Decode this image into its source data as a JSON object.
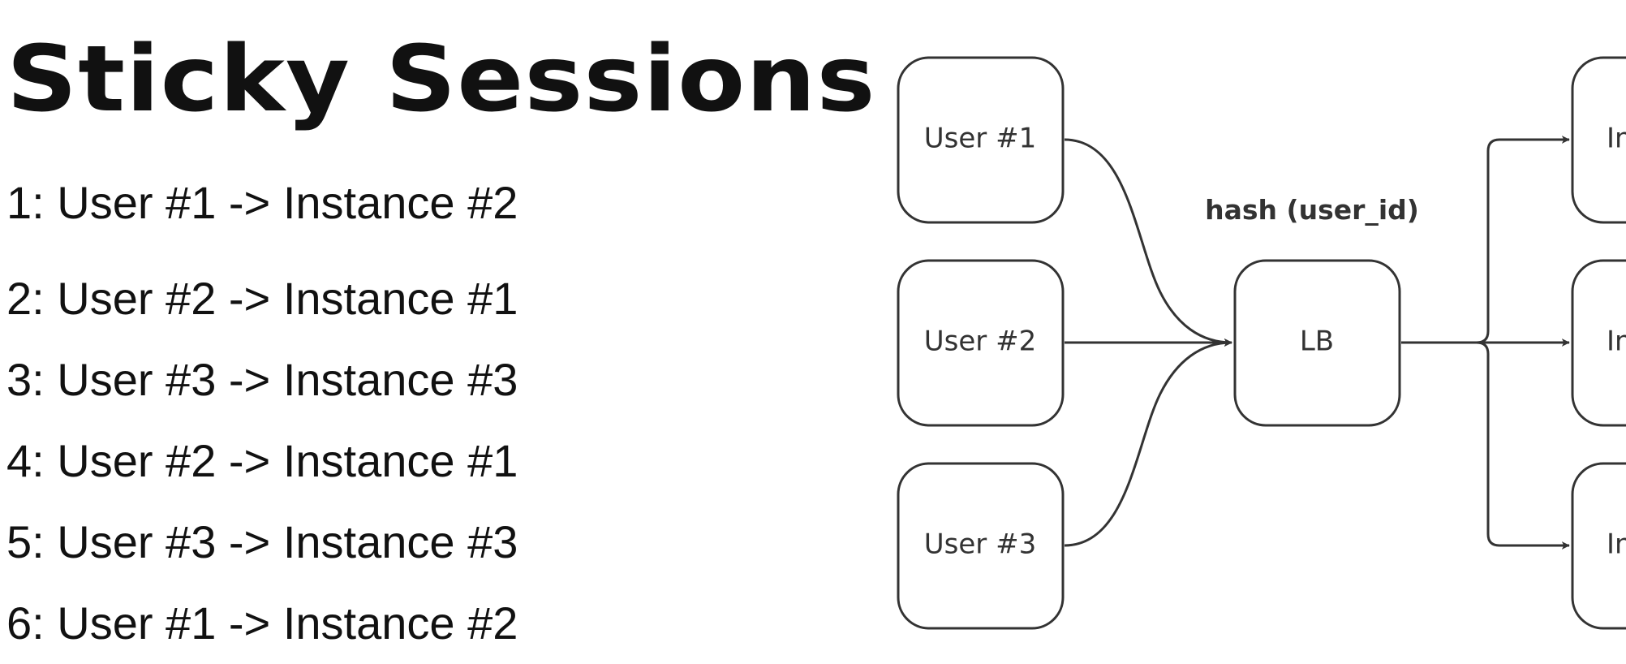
{
  "title": "Sticky Sessions",
  "steps": [
    "1: User #1 -> Instance #2",
    "2: User #2 -> Instance #1",
    "3: User #3 -> Instance #3",
    "4: User #2 -> Instance #1",
    "5: User #3 -> Instance #3",
    "6: User #1 -> Instance #2"
  ],
  "diagram": {
    "users": [
      "User #1",
      "User #2",
      "User #3"
    ],
    "load_balancer": "LB",
    "lb_label": "hash (user_id)",
    "instances": [
      "In",
      "In",
      "In"
    ],
    "stroke_color": "#333333"
  }
}
